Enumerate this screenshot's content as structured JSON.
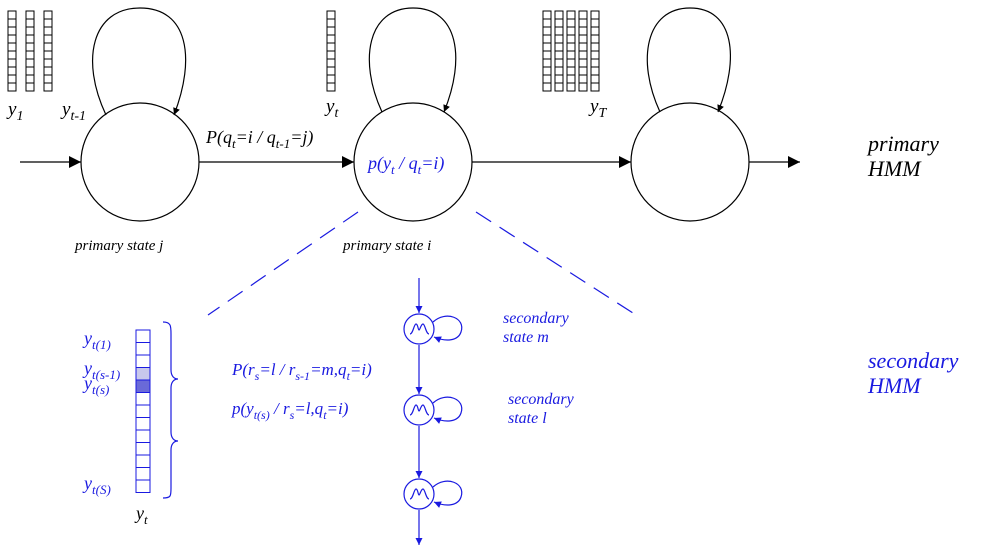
{
  "colors": {
    "primary": "#000000",
    "secondary": "#1a1ae0",
    "highlight_light": "#c8c8ec",
    "highlight_dark": "#6a6ad8"
  },
  "observations": {
    "y1": {
      "base": "y",
      "sub": "1"
    },
    "yt_minus_1": {
      "base": "y",
      "sub": "t-1"
    },
    "yt": {
      "base": "y",
      "sub": "t"
    },
    "yT": {
      "base": "y",
      "sub": "T"
    }
  },
  "transition": {
    "prefix": "P(q",
    "sub1": "t",
    "mid": "=i / q",
    "sub2": "t-1",
    "suffix": "=j)"
  },
  "emission": {
    "prefix": "p(y",
    "sub1": "t",
    "mid": " / q",
    "sub2": "t",
    "suffix": "=i)"
  },
  "state_labels": {
    "left": "primary state j",
    "middle": "primary state i"
  },
  "hmm_labels": {
    "primary_line1": "primary",
    "primary_line2": "HMM",
    "secondary_line1": "secondary",
    "secondary_line2": "HMM"
  },
  "vector_labels": {
    "y_t1": {
      "base": "y",
      "sub": "t(1)"
    },
    "y_ts_minus_1": {
      "base": "y",
      "sub": "t(s-1)"
    },
    "y_ts": {
      "base": "y",
      "sub": "t(s)"
    },
    "y_tS": {
      "base": "y",
      "sub": "t(S)"
    },
    "y_t": {
      "base": "y",
      "sub": "t"
    }
  },
  "secondary_transition": {
    "a": "P(r",
    "s1": "s",
    "b": "=l / r",
    "s2": "s-1",
    "c": "=m,q",
    "s3": "t",
    "d": "=i)"
  },
  "secondary_emission": {
    "a": "p(y",
    "s1": "t(s)",
    "b": " / r",
    "s2": "s",
    "c": "=l,q",
    "s3": "t",
    "d": "=i)"
  },
  "secondary_states": {
    "m_line1": "secondary",
    "m_line2": "state m",
    "l_line1": "secondary",
    "l_line2": "state l"
  }
}
